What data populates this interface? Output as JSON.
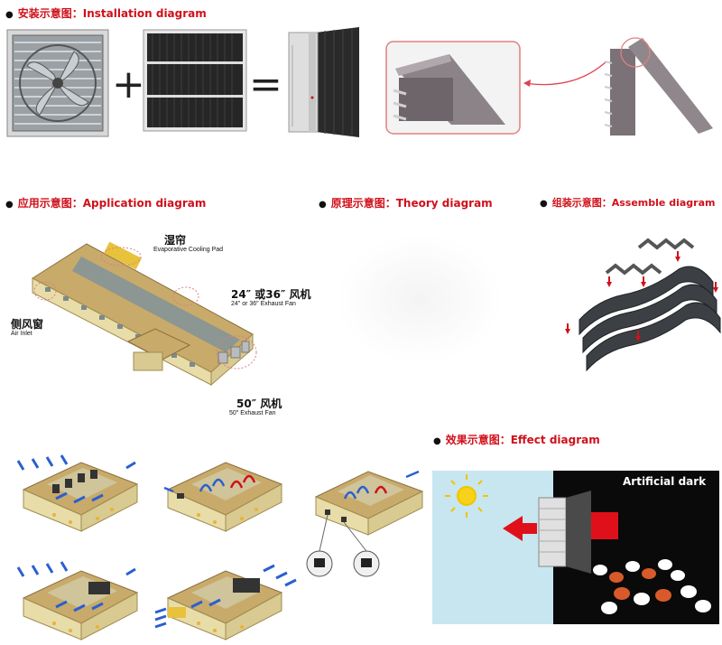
{
  "headings": {
    "installation": "安装示意图：Installation diagram",
    "application": "应用示意图：Application diagram",
    "theory": "原理示意图：Theory diagram",
    "assemble": "组装示意图：Assemble diagram",
    "effect": "效果示意图：Effect diagram"
  },
  "symbols": {
    "plus": "+",
    "equals": "="
  },
  "application_labels": {
    "pad_zh": "湿帘",
    "pad_en": "Evaporative Cooling Pad",
    "fan_zh": "24″ 或36″ 风机",
    "fan_en": "24″ or 36″ Exhaust Fan",
    "inlet_zh": "侧风窗",
    "inlet_en": "Air Inlet",
    "fan50_zh": "50″ 风机",
    "fan50_en": "50″ Exhaust Fan"
  },
  "effect": {
    "dark_label": "Artificial dark"
  },
  "colors": {
    "accent": "#d0101a",
    "sky": "#c8e6ef",
    "barn_wall": "#e8dca8",
    "barn_roof": "#c8aa6a",
    "pad": "#2b2b2b"
  }
}
